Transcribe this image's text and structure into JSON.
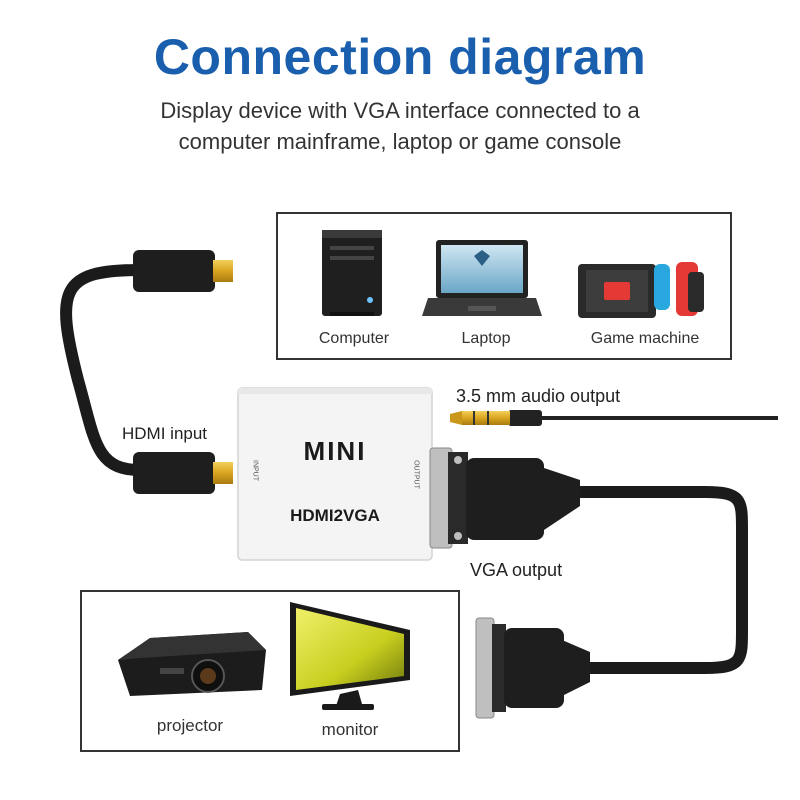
{
  "header": {
    "title": "Connection diagram",
    "subtitle_line1": "Display device with VGA interface connected to a",
    "subtitle_line2": "computer mainframe, laptop or game console"
  },
  "sources": {
    "computer_label": "Computer",
    "laptop_label": "Laptop",
    "game_label": "Game machine"
  },
  "adapter": {
    "brand": "MINI",
    "model": "HDMI2VGA",
    "input_port": "INPUT",
    "output_port": "OUTPUT"
  },
  "callouts": {
    "audio": "3.5 mm audio output",
    "hdmi": "HDMI input",
    "vga": "VGA output"
  },
  "displays": {
    "projector_label": "projector",
    "monitor_label": "monitor"
  },
  "colors": {
    "title": "#1a5fae",
    "cable": "#1b1b1b",
    "connector_gold": "#d9a520",
    "adapter_body": "#f4f4f4",
    "switch_red": "#e53935",
    "switch_blue": "#29a8e0",
    "monitor_screen": "#d6dc2a"
  }
}
